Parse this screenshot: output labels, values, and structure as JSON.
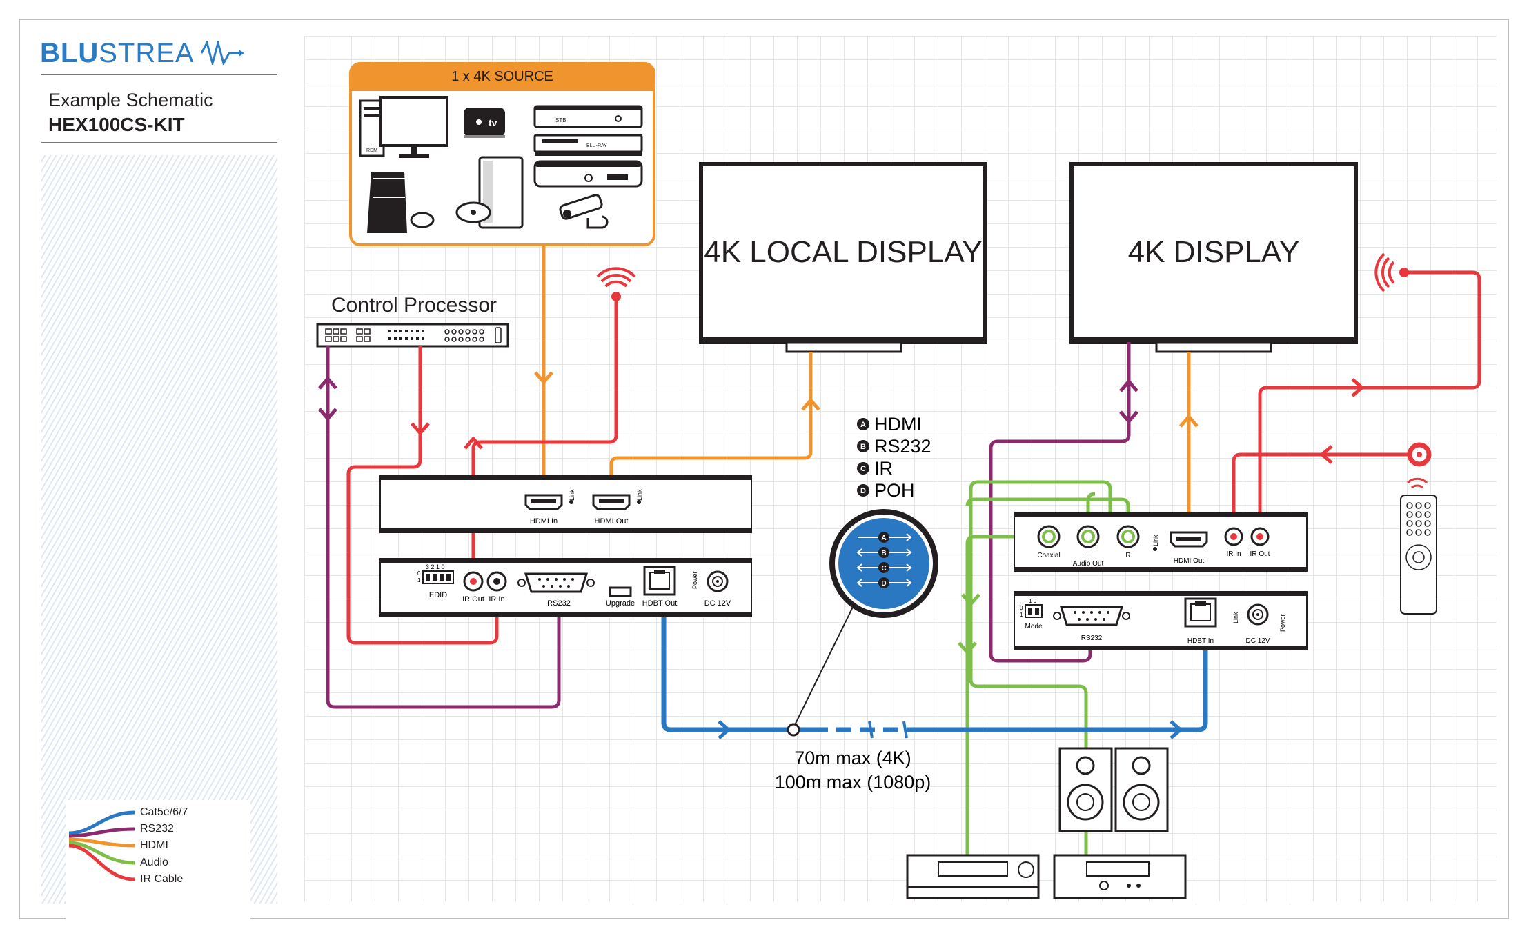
{
  "brand": {
    "logo_bold": "BLU",
    "logo_rest": "STREA"
  },
  "sidebar": {
    "title": "Example Schematic",
    "model": "HEX100CS-KIT"
  },
  "legend": [
    {
      "label": "Cat5e/6/7",
      "color": "#2b78c2"
    },
    {
      "label": "RS232",
      "color": "#8b2b6e"
    },
    {
      "label": "HDMI",
      "color": "#f0952e"
    },
    {
      "label": "Audio",
      "color": "#7dbf4a"
    },
    {
      "label": "IR Cable",
      "color": "#e8383d"
    }
  ],
  "source": {
    "title": "1 x 4K SOURCE",
    "stb_label": "STB",
    "bluray_label": "BLU-RAY",
    "pc_label": "RDM",
    "appletv_label": "tv"
  },
  "control_processor": {
    "label": "Control Processor"
  },
  "local_display": {
    "label": "4K LOCAL DISPLAY"
  },
  "remote_display": {
    "label": "4K DISPLAY"
  },
  "key": [
    {
      "letter": "A",
      "label": "HDMI"
    },
    {
      "letter": "B",
      "label": "RS232"
    },
    {
      "letter": "C",
      "label": "IR"
    },
    {
      "letter": "D",
      "label": "POH"
    }
  ],
  "transmitter": {
    "hdmi_in": "HDMI In",
    "hdmi_out": "HDMI Out",
    "link": "Link",
    "edid_digits": "3 2 1 0",
    "edid_row0": "0",
    "edid_row1": "1",
    "edid": "EDID",
    "ir_out": "IR Out",
    "ir_in": "IR In",
    "rs232": "RS232",
    "upgrade": "Upgrade",
    "hdbt_out": "HDBT Out",
    "power": "Power",
    "dc": "DC 12V"
  },
  "receiver": {
    "coaxial": "Coaxial",
    "l": "L",
    "r": "R",
    "audio_out": "Audio Out",
    "link": "Link",
    "hdmi_out": "HDMI Out",
    "ir_in": "IR In",
    "ir_out": "IR Out",
    "mode_digits": "1 0",
    "mode_row0": "0",
    "mode_row1": "1",
    "mode": "Mode",
    "rs232": "RS232",
    "hdbt_in": "HDBT In",
    "link2": "Link",
    "dc": "DC 12V",
    "power": "Power"
  },
  "distance": {
    "line1": "70m max (4K)",
    "line2": "100m max (1080p)"
  },
  "bubble_letters": [
    "A",
    "B",
    "C",
    "D"
  ]
}
